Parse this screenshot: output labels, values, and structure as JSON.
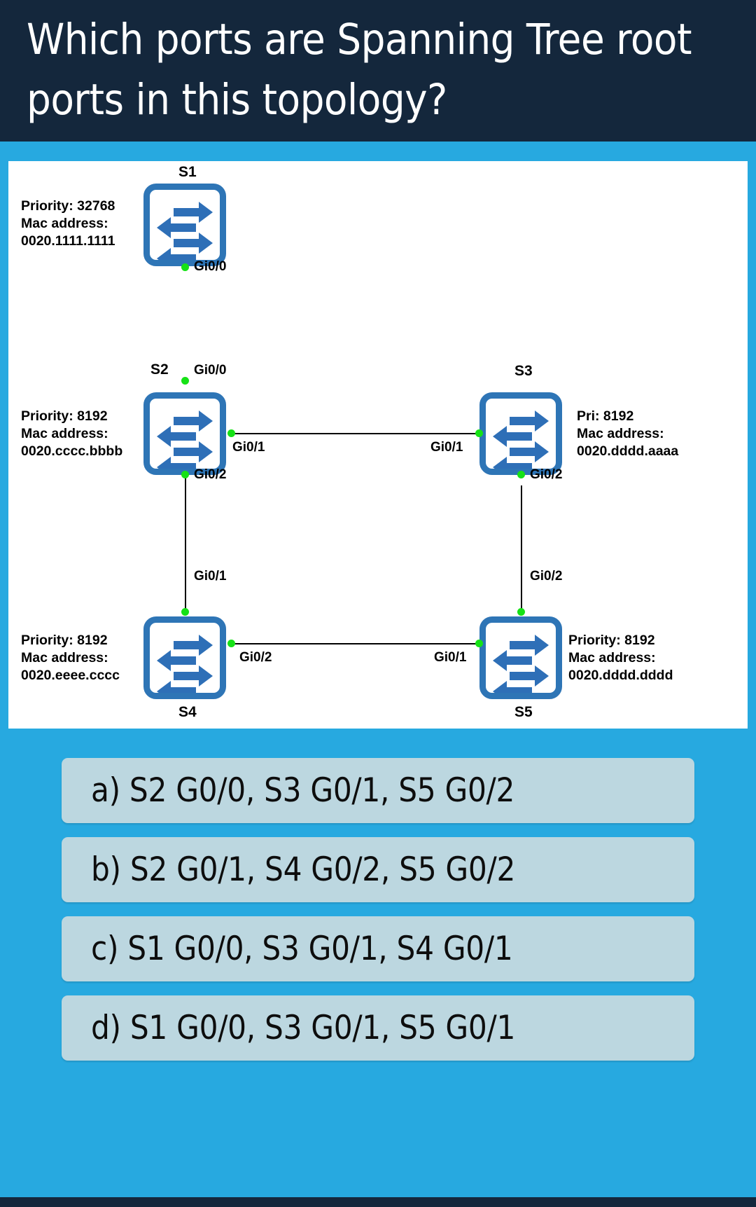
{
  "header": {
    "title": "Which ports are Spanning Tree root ports in this topology?"
  },
  "colors": {
    "header_bg": "#14273c",
    "body_bg": "#27a9e0",
    "panel_bg": "#ffffff",
    "switch_border": "#2e75b6",
    "switch_icon": "#2e6fb7",
    "port_dot": "#16e216",
    "answer_bg": "#bcd7e0",
    "text": "#000000"
  },
  "diagram": {
    "nodes": [
      {
        "id": "s1",
        "name": "S1",
        "icon": "switch-icon",
        "info": [
          "Priority: 32768",
          "Mac address:",
          "0020.1111.1111"
        ]
      },
      {
        "id": "s2",
        "name": "S2",
        "icon": "switch-icon",
        "info": [
          "Priority: 8192",
          "Mac address:",
          "0020.cccc.bbbb"
        ]
      },
      {
        "id": "s3",
        "name": "S3",
        "icon": "switch-icon",
        "info": [
          "Pri: 8192",
          "Mac address:",
          "0020.dddd.aaaa"
        ]
      },
      {
        "id": "s4",
        "name": "S4",
        "icon": "switch-icon",
        "info": [
          "Priority: 8192",
          "Mac address:",
          "0020.eeee.cccc"
        ]
      },
      {
        "id": "s5",
        "name": "S5",
        "icon": "switch-icon",
        "info": [
          "Priority: 8192",
          "Mac address:",
          "0020.dddd.dddd"
        ]
      }
    ],
    "ports": {
      "s1_down": "Gi0/0",
      "s2_up": "Gi0/0",
      "s2_right": "Gi0/1",
      "s3_left": "Gi0/1",
      "s2_down": "Gi0/2",
      "s3_down": "Gi0/2",
      "s4_up": "Gi0/1",
      "s5_up": "Gi0/2",
      "s4_right": "Gi0/2",
      "s5_left": "Gi0/1"
    }
  },
  "answers": [
    {
      "key": "a",
      "text": "a) S2 G0/0, S3 G0/1, S5 G0/2"
    },
    {
      "key": "b",
      "text": "b) S2 G0/1, S4 G0/2, S5 G0/2"
    },
    {
      "key": "c",
      "text": "c) S1 G0/0, S3 G0/1, S4 G0/1"
    },
    {
      "key": "d",
      "text": "d) S1 G0/0, S3 G0/1, S5 G0/1"
    }
  ]
}
